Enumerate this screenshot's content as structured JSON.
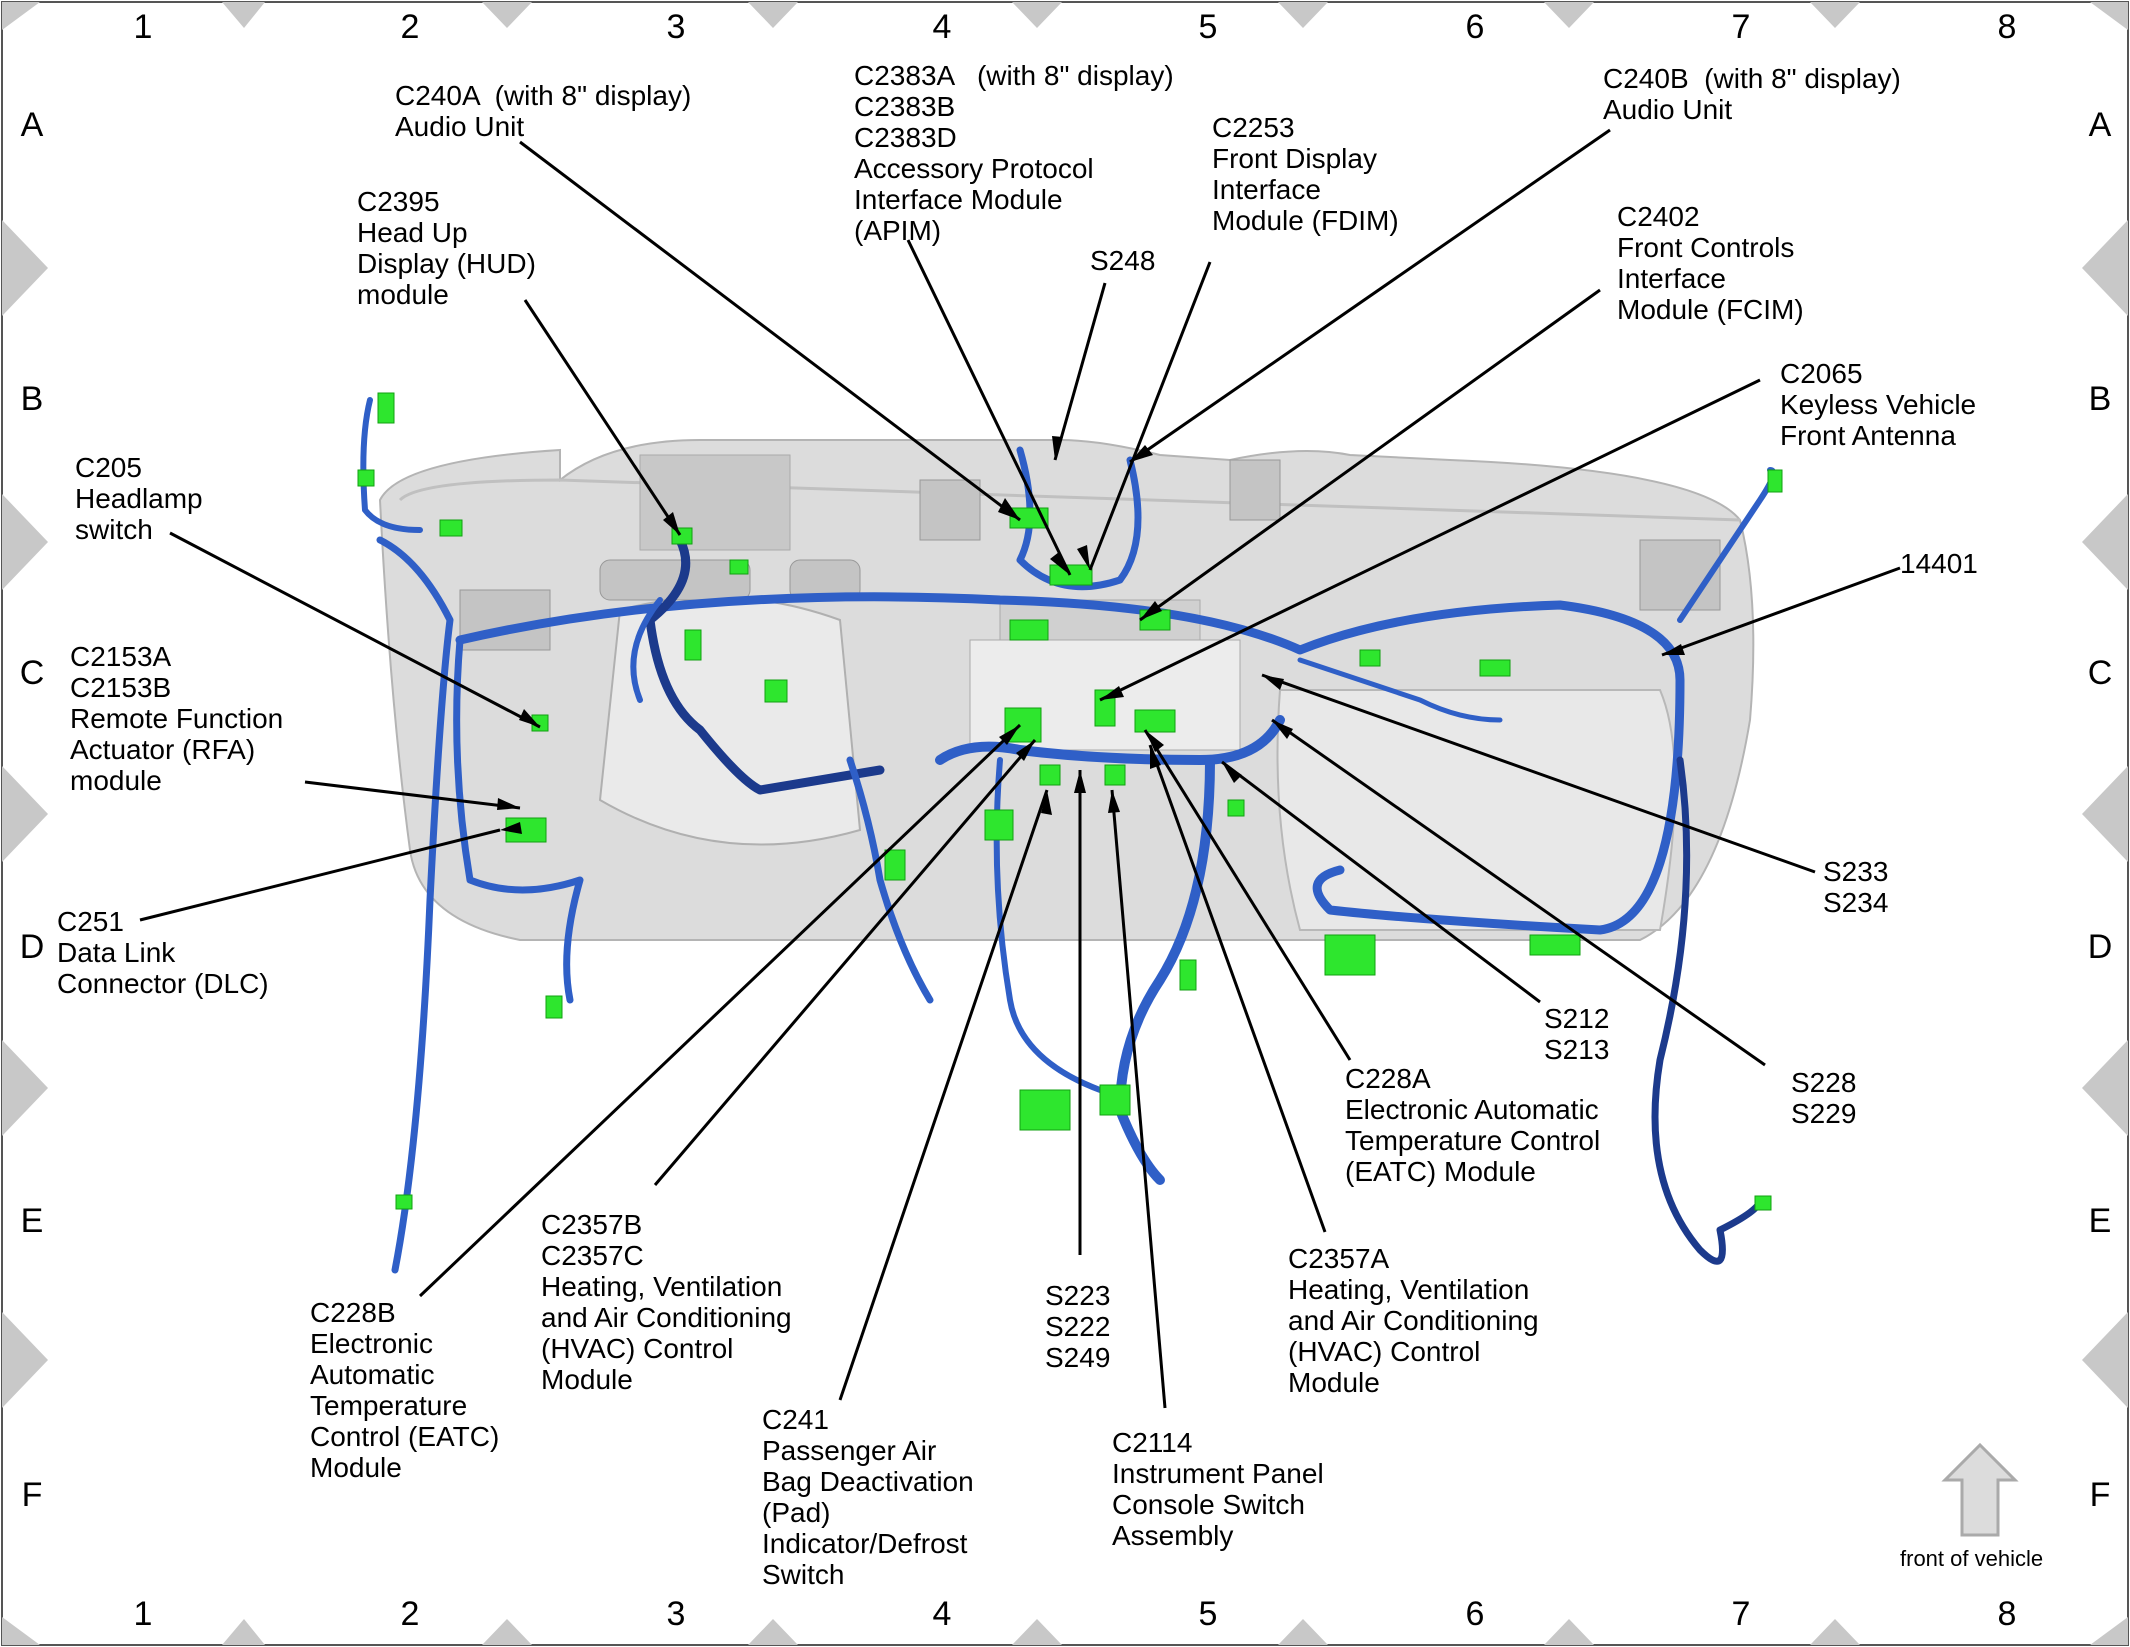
{
  "grid": {
    "columns": [
      "1",
      "2",
      "3",
      "4",
      "5",
      "6",
      "7",
      "8"
    ],
    "rows": [
      "A",
      "B",
      "C",
      "D",
      "E",
      "F"
    ]
  },
  "callouts": [
    {
      "id": "c240a",
      "lines": [
        "C240A  (with 8\" display)",
        "Audio Unit"
      ]
    },
    {
      "id": "c2383",
      "lines": [
        "C2383A   (with 8\" display)",
        "C2383B",
        "C2383D",
        "Accessory Protocol",
        "Interface Module",
        "(APIM)"
      ]
    },
    {
      "id": "c2253",
      "lines": [
        "C2253",
        "Front Display",
        "Interface",
        "Module (FDIM)"
      ]
    },
    {
      "id": "c240b",
      "lines": [
        "C240B  (with 8\" display)",
        "Audio Unit"
      ]
    },
    {
      "id": "c2395",
      "lines": [
        "C2395",
        "Head Up",
        "Display (HUD)",
        "module"
      ]
    },
    {
      "id": "s248",
      "lines": [
        "S248"
      ]
    },
    {
      "id": "c2402",
      "lines": [
        "C2402",
        "Front Controls",
        "Interface",
        "Module (FCIM)"
      ]
    },
    {
      "id": "c2065",
      "lines": [
        "C2065",
        "Keyless Vehicle",
        "Front Antenna"
      ]
    },
    {
      "id": "c205",
      "lines": [
        "C205",
        "Headlamp",
        "switch"
      ]
    },
    {
      "id": "p14401",
      "lines": [
        "14401"
      ]
    },
    {
      "id": "c2153",
      "lines": [
        "C2153A",
        "C2153B",
        "Remote Function",
        "Actuator (RFA)",
        "module"
      ]
    },
    {
      "id": "s233",
      "lines": [
        "S233",
        "S234"
      ]
    },
    {
      "id": "c251",
      "lines": [
        "C251",
        "Data Link",
        "Connector (DLC)"
      ]
    },
    {
      "id": "s212",
      "lines": [
        "S212",
        "S213"
      ]
    },
    {
      "id": "c228a",
      "lines": [
        "C228A",
        "Electronic Automatic",
        "Temperature Control",
        "(EATC) Module"
      ]
    },
    {
      "id": "s228",
      "lines": [
        "S228",
        "S229"
      ]
    },
    {
      "id": "c228b",
      "lines": [
        "C228B",
        "Electronic",
        "Automatic",
        "Temperature",
        "Control (EATC)",
        "Module"
      ]
    },
    {
      "id": "c2357bc",
      "lines": [
        "C2357B",
        "C2357C",
        "Heating, Ventilation",
        "and Air Conditioning",
        "(HVAC) Control",
        "Module"
      ]
    },
    {
      "id": "s223",
      "lines": [
        "S223",
        "S222",
        "S249"
      ]
    },
    {
      "id": "c2357a",
      "lines": [
        "C2357A",
        "Heating, Ventilation",
        "and Air Conditioning",
        "(HVAC) Control",
        "Module"
      ]
    },
    {
      "id": "c241",
      "lines": [
        "C241",
        "Passenger Air",
        "Bag Deactivation",
        "(Pad)",
        "Indicator/Defrost",
        "Switch"
      ]
    },
    {
      "id": "c2114",
      "lines": [
        "C2114",
        "Instrument Panel",
        "Console Switch",
        "Assembly"
      ]
    }
  ],
  "front_of_vehicle": "front of vehicle",
  "colors": {
    "harness": "#2f5fc7",
    "harness_dark": "#1c3a8c",
    "connector": "#2ee62e",
    "dash": "#d6d6d6",
    "border_marker": "#c8c8c8"
  }
}
